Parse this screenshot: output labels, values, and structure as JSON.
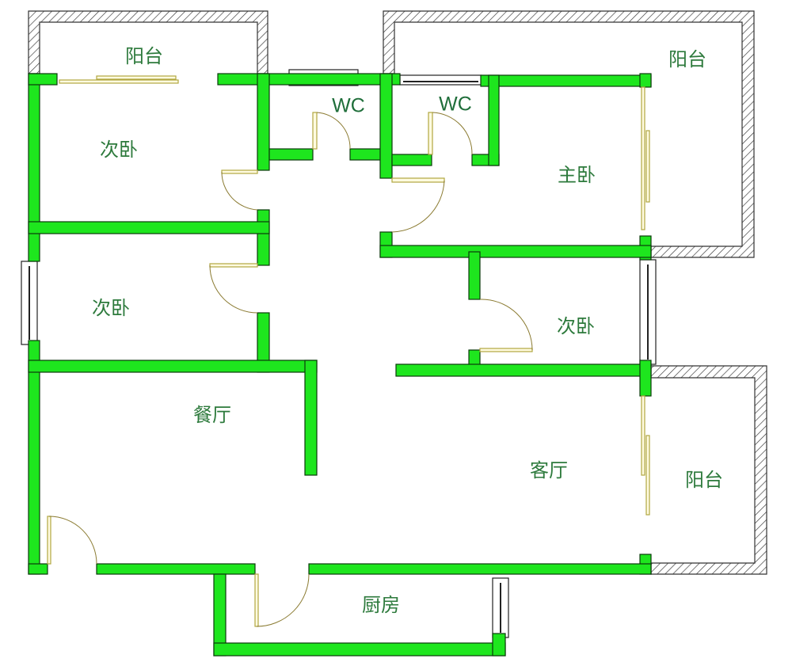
{
  "title": "Floor plan",
  "colors": {
    "wall": "#1ee61e",
    "label": "#2d7a3c"
  },
  "rooms": {
    "balcony_top_left": "阳台",
    "bedroom_top_left": "次卧",
    "wc_1": "WC",
    "wc_2": "WC",
    "balcony_top_right": "阳台",
    "master_bedroom": "主卧",
    "bedroom_middle_left": "次卧",
    "bedroom_middle_right": "次卧",
    "dining_room": "餐厅",
    "living_room": "客厅",
    "balcony_bottom_right": "阳台",
    "kitchen": "厨房"
  }
}
